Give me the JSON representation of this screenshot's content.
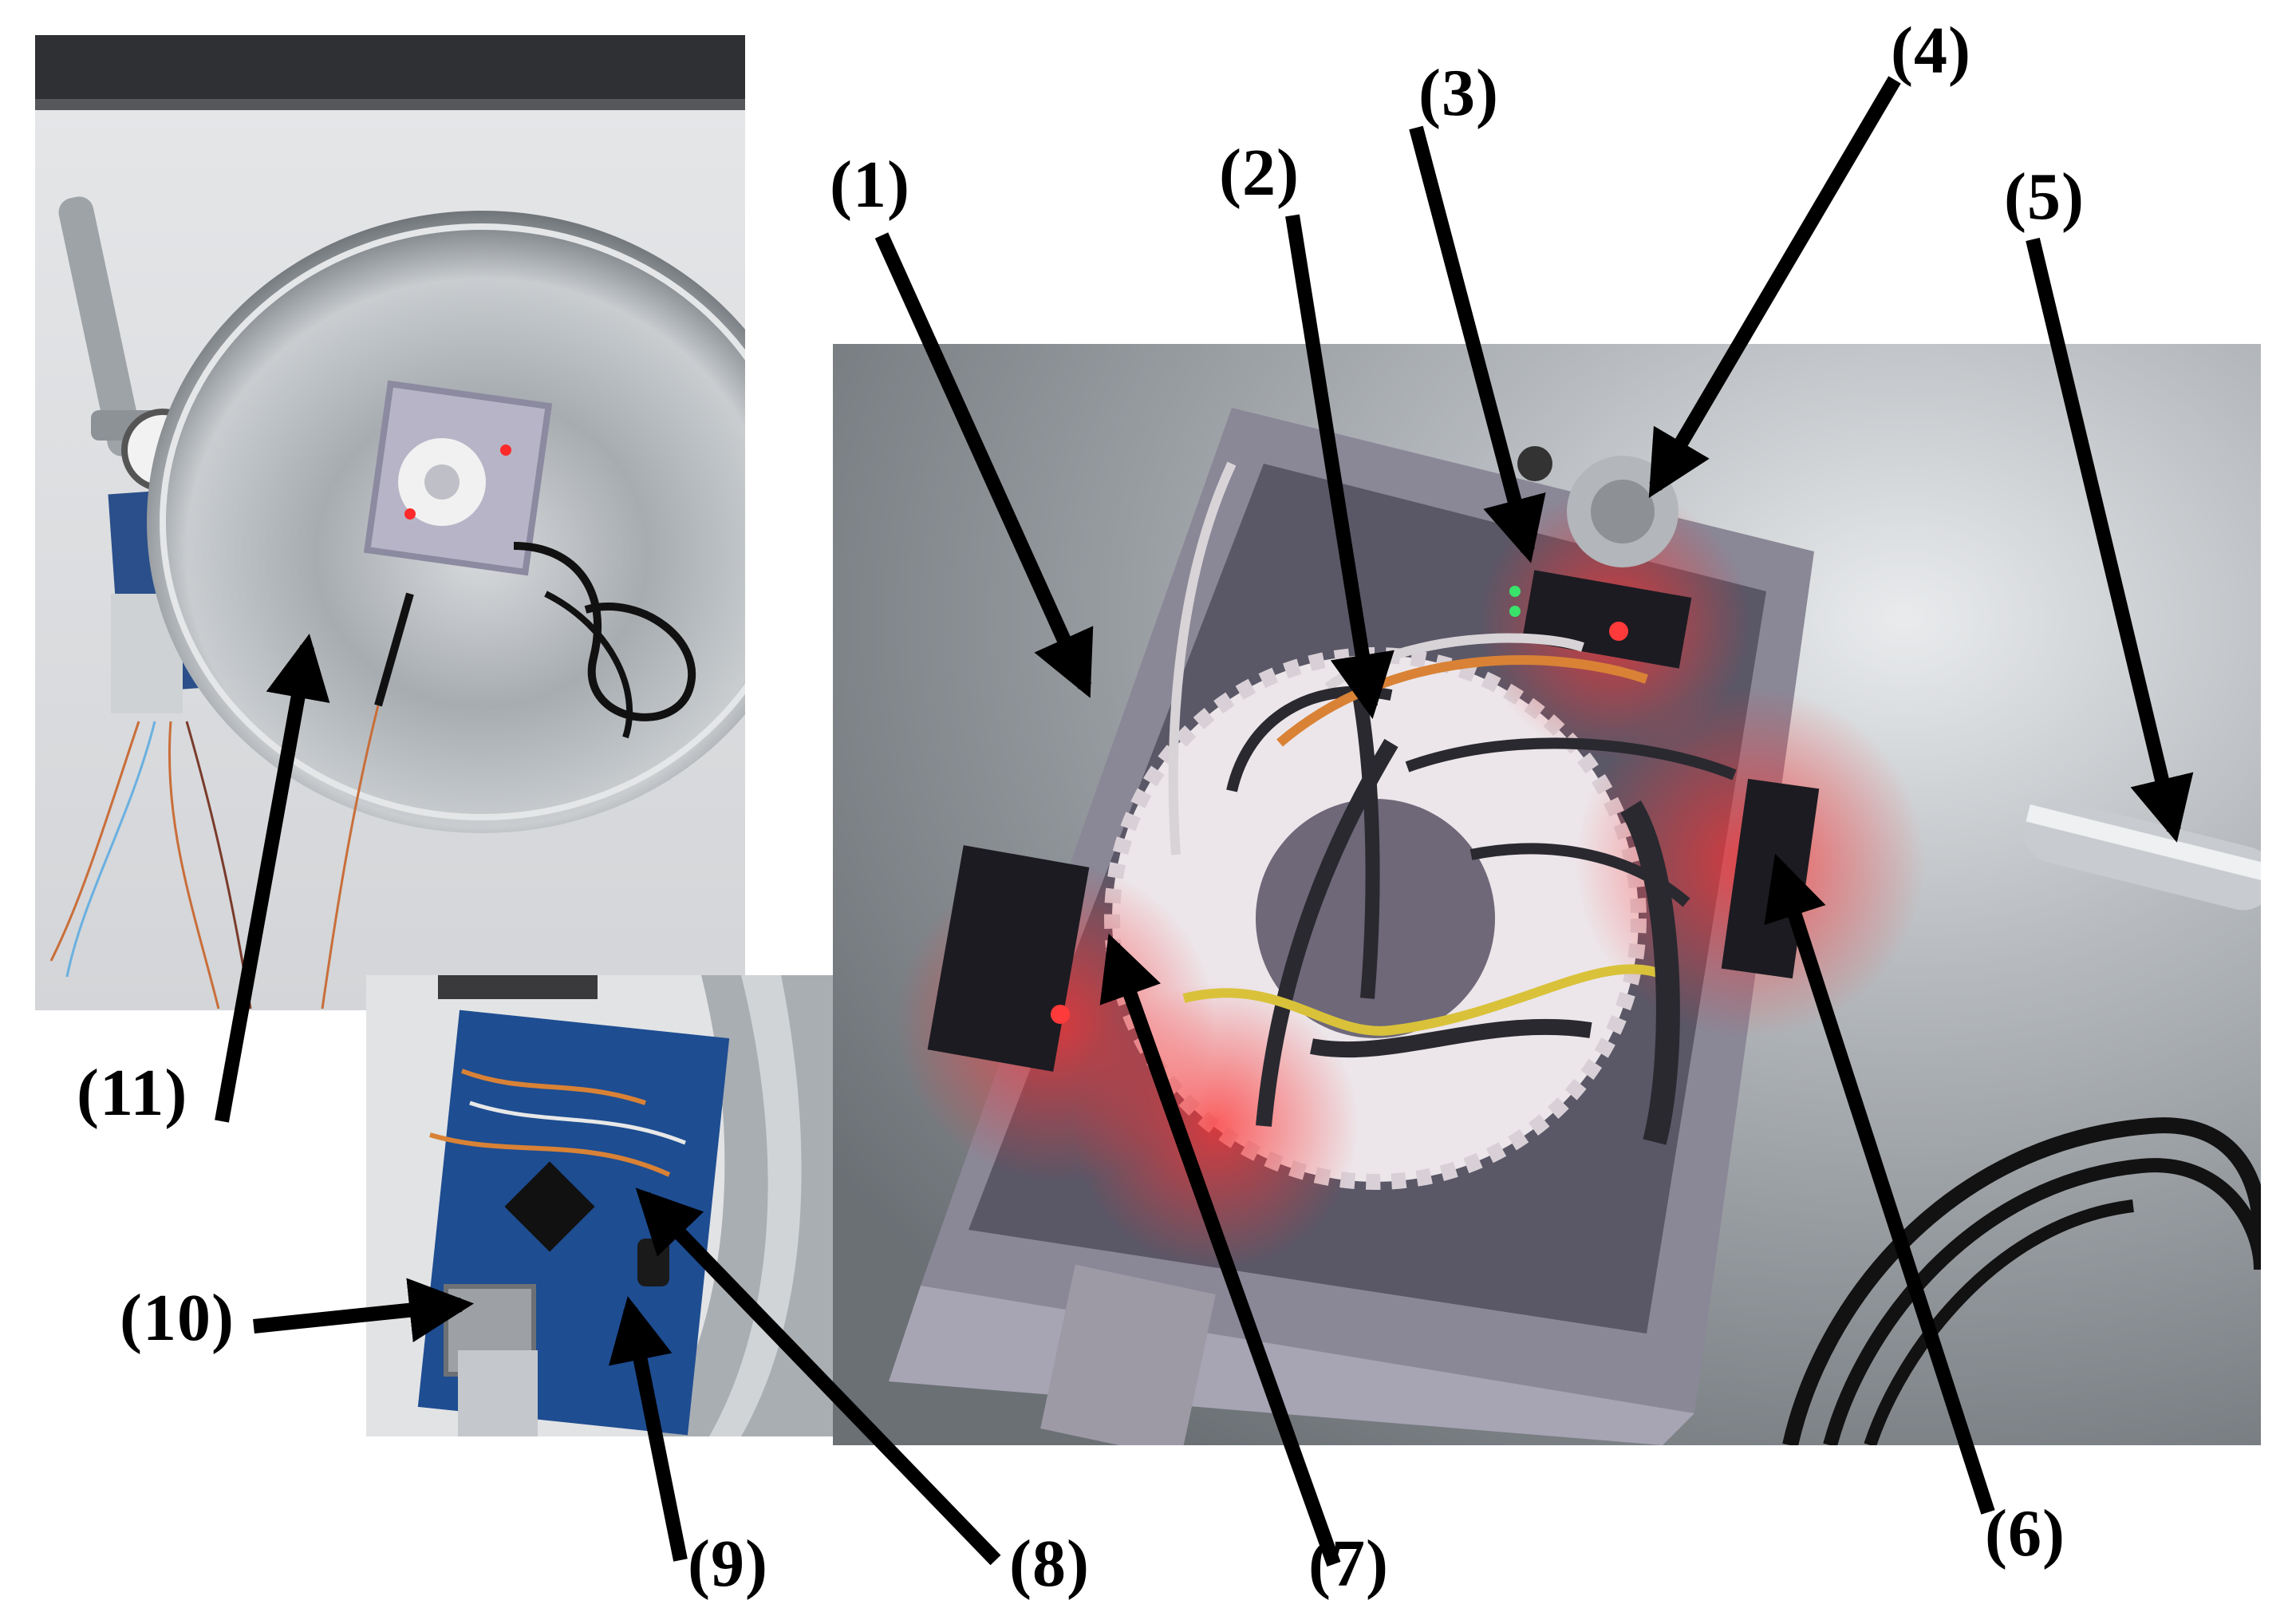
{
  "figure": {
    "labels": {
      "l1": "(1)",
      "l2": "(2)",
      "l3": "(3)",
      "l4": "(4)",
      "l5": "(5)",
      "l6": "(6)",
      "l7": "(7)",
      "l8": "(8)",
      "l9": "(9)",
      "l10": "(10)",
      "l11": "(11)"
    }
  }
}
